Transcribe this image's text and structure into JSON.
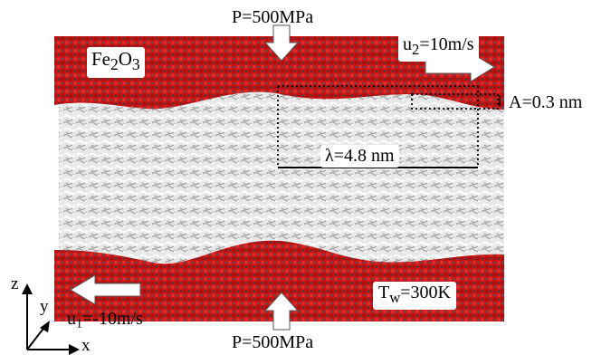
{
  "top_slab": {
    "material_main": "Fe",
    "material_sub1": "2",
    "material_mid": "O",
    "material_sub2": "3",
    "pressure": "P=500MPa",
    "velocity_main": "u",
    "velocity_sub": "2",
    "velocity_rest": "=10m/s"
  },
  "bottom_slab": {
    "pressure": "P=500MPa",
    "velocity_main": "u",
    "velocity_sub": "1",
    "velocity_rest": "=-10m/s",
    "temp_main": "T",
    "temp_sub": "w",
    "temp_rest": "=300K"
  },
  "wave": {
    "amplitude_label": "A=0.3 nm",
    "wavelength_label": "λ=4.8 nm"
  },
  "axes": {
    "z_label": "z",
    "y_label": "y",
    "x_label": "x"
  },
  "colors": {
    "iron_oxide": "#c81414",
    "iron_atom": "#4a4a4a",
    "fluid": "#e6e6e6",
    "arrow_fill": "#ffffff"
  },
  "icons": {
    "pressure_arrow": "down-arrow-icon",
    "velocity_arrow": "right-arrow-icon"
  }
}
